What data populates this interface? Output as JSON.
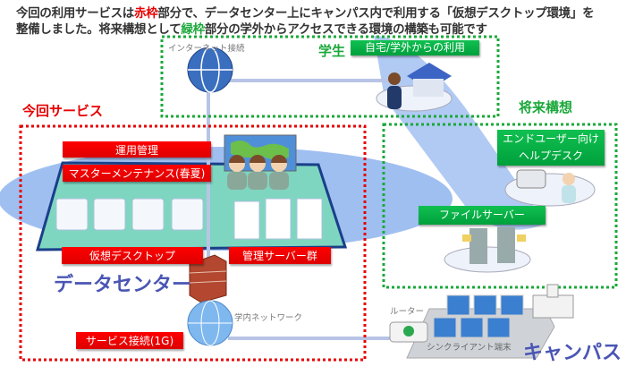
{
  "heading": {
    "line1_a": "今回の利用サービスは",
    "line1_red": "赤枠",
    "line1_b": "部分で、データセンター上にキャンパス内で利用する「仮想デスクトップ環境」を",
    "line2_a": "整備しました。将来構想として",
    "line2_green": "緑枠",
    "line2_b": "部分の学外からアクセスできる環境の構築も可能です"
  },
  "internet": {
    "label": "インターネット接続"
  },
  "student": {
    "title": "学生",
    "label": "自宅/学外からの利用"
  },
  "future": {
    "title": "将来構想",
    "helpdesk_line1": "エンドユーザー向け",
    "helpdesk_line2": "ヘルプデスク",
    "file_server": "ファイルサーバー"
  },
  "current": {
    "title": "今回サービス",
    "operations": "運用管理",
    "maintenance": "マスターメンテナンス(春夏)",
    "virtual_desktop": "仮想デスクトップ",
    "mgmt_servers": "管理サーバー群",
    "datacenter": "データセンター",
    "service_connection": "サービス接続(1G)"
  },
  "campus": {
    "network": "学内ネットワーク",
    "router": "ルーター",
    "thin_client": "シンクライアント端末",
    "title": "キャンパス"
  },
  "colors": {
    "red_frame": "#e60000",
    "green_frame": "#1aa83a",
    "blue_ellipse": "#8fb4ee",
    "platform": "#7fd6c0",
    "label_text_blue": "#4a56b4"
  }
}
